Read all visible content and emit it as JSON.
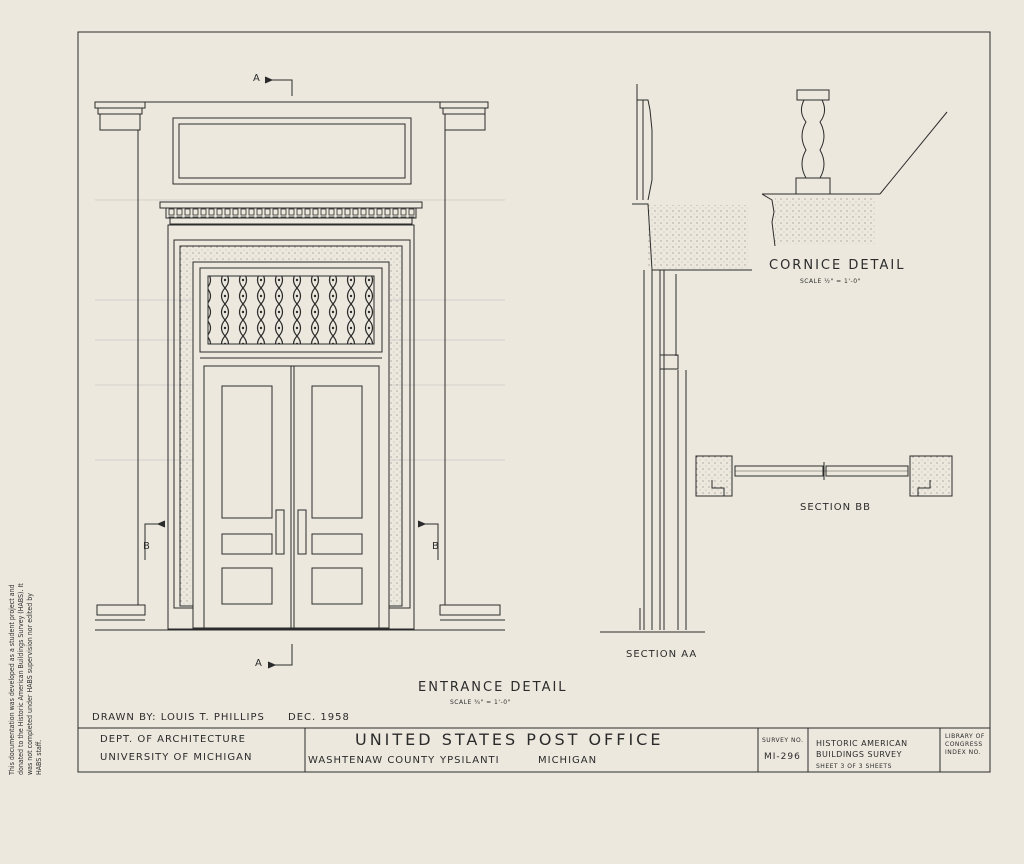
{
  "drawings": {
    "entrance": {
      "title": "Entrance Detail",
      "scale": "Scale ¾\" = 1'-0\"",
      "section_marker_a": "A",
      "section_marker_b": "B"
    },
    "section_aa": {
      "title": "Section AA"
    },
    "cornice": {
      "title": "Cornice Detail",
      "scale": "Scale ½\" = 1'-0\""
    },
    "section_bb": {
      "title": "Section BB"
    }
  },
  "drawn_by": {
    "text": "Drawn by: Louis T. Phillips",
    "date": "Dec. 1958"
  },
  "title_block": {
    "dept_line1": "Dept. of Architecture",
    "dept_line2": "University of Michigan",
    "project": "United States Post Office",
    "county": "Washtenaw County",
    "city": "Ypsilanti",
    "state": "Michigan",
    "survey_label": "Survey No.",
    "survey_no": "MI-296",
    "habs_line1": "Historic American",
    "habs_line2": "Buildings Survey",
    "sheet_text": "Sheet 3 of 3 Sheets",
    "loc_line1": "Library of",
    "loc_line2": "Congress",
    "loc_line3": "Index No."
  },
  "side_note": "This documentation was developed as a student project and donated to the Historic American Buildings Survey (HABS). It was not completed under HABS supervision nor edited by HABS staff.",
  "colors": {
    "paper": "#ece8de",
    "ink": "#2b2b2b"
  }
}
